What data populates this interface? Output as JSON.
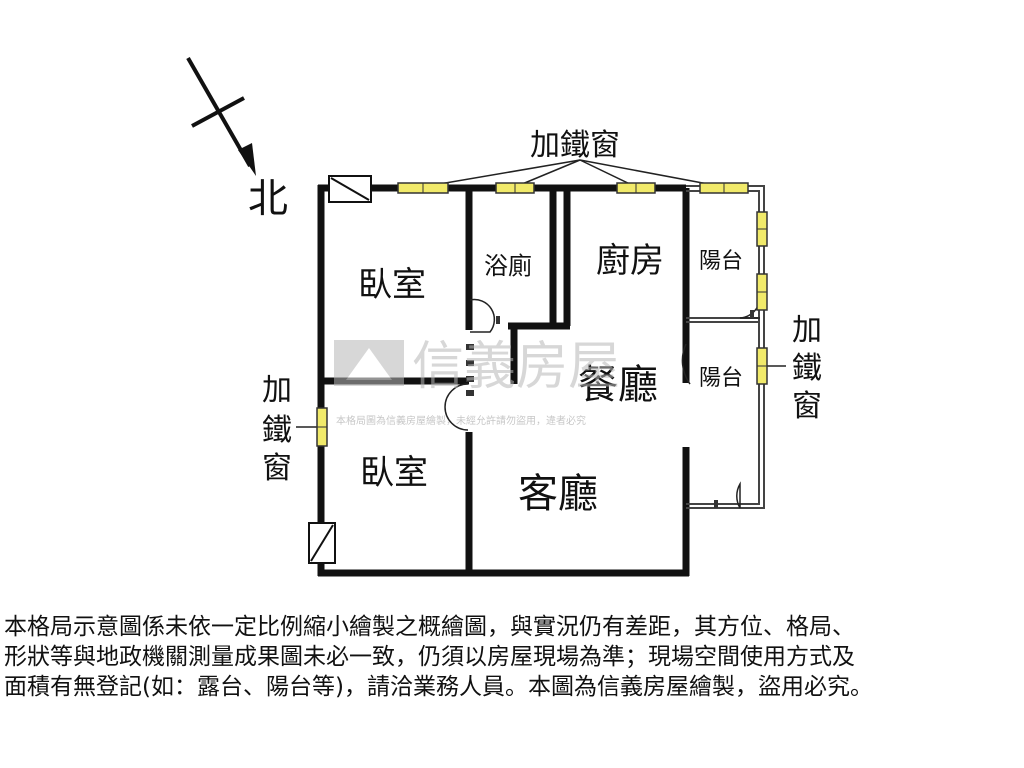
{
  "compass": {
    "north_label": "北"
  },
  "labels": {
    "iron_window_top": "加鐵窗",
    "iron_window_left": [
      "加",
      "鐵",
      "窗"
    ],
    "iron_window_right": [
      "加",
      "鐵",
      "窗"
    ]
  },
  "rooms": {
    "bedroom_top": "臥室",
    "bedroom_bottom": "臥室",
    "bathroom": "浴廁",
    "kitchen": "廚房",
    "dining": "餐廳",
    "living": "客廳",
    "balcony_top": "陽台",
    "balcony_bottom": "陽台"
  },
  "watermark": {
    "logo_text": "信義房屋",
    "notice": "本格局圖為信義房屋繪製，未經允許請勿盜用，違者必究"
  },
  "disclaimer": {
    "line1": "本格局示意圖係未依一定比例縮小繪製之概繪圖，與實況仍有差距，其方位、格局、",
    "line2": "形狀等與地政機關測量成果圖未必一致，仍須以房屋現場為準；現場空間使用方式及",
    "line3": "面積有無登記(如：露台、陽台等)，請洽業務人員。本圖為信義房屋繪製，盜用必究。"
  },
  "colors": {
    "wall": "#111111",
    "window_fill": "#f1ea6a",
    "watermark": "#b8b8b8"
  }
}
